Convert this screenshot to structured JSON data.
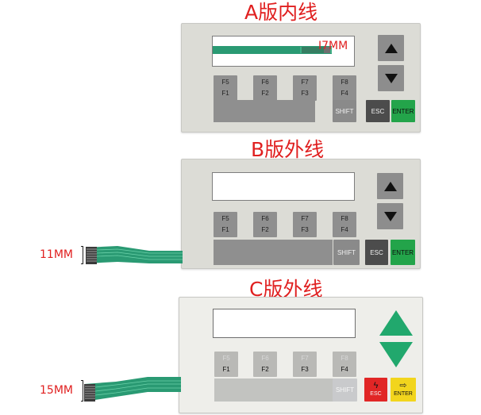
{
  "titles": {
    "a": "A版内线",
    "b": "B版外线",
    "c": "C版外线"
  },
  "measures": {
    "a": "I7MM",
    "b": "11MM",
    "c": "15MM"
  },
  "keys": {
    "f_top": [
      "F5",
      "F6",
      "F7",
      "F8"
    ],
    "f_bottom": [
      "F1",
      "F2",
      "F3",
      "F4"
    ],
    "shift": "SHIFT",
    "esc": "ESC",
    "enter": "ENTER"
  },
  "colors": {
    "title_red": "#e02020",
    "ribbon_green": "#2a9a73",
    "enter_green": "#23a44a",
    "esc_red": "#e12626",
    "enter_yellow": "#f2d51d",
    "arrow_green": "#21a86d"
  },
  "icons": {
    "up": "triangle-up-icon",
    "down": "triangle-down-icon",
    "esc": "lightning-icon",
    "enter": "enter-arrow-icon"
  }
}
